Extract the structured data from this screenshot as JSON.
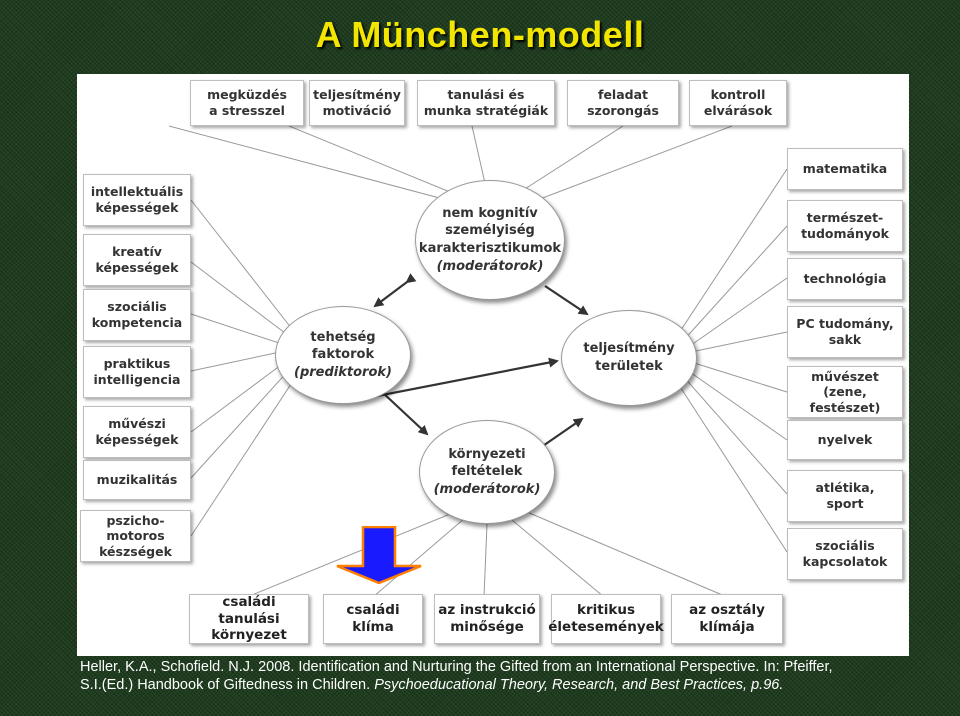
{
  "title": "A München-modell",
  "top_boxes": [
    "megküzdés\na stresszel",
    "teljesítmény\nmotiváció",
    "tanulási és\nmunka stratégiák",
    "feladat\nszorongás",
    "kontroll\nelvárások"
  ],
  "left_boxes": [
    "intellektuális\nképességek",
    "kreatív\nképességek",
    "szociális\nkompetencia",
    "praktikus\nintelligencia",
    "művészi\nképességek",
    "muzikalitás",
    "pszicho-motoros\nkészségek"
  ],
  "right_boxes": [
    "matematika",
    "természet-\ntudományok",
    "technológia",
    "PC tudomány,\nsakk",
    "művészet (zene,\nfestészet)",
    "nyelvek",
    "atlétika,\nsport",
    "szociális\nkapcsolatok"
  ],
  "bottom_boxes": [
    "családi tanulási\nkörnyezet",
    "családi\nklíma",
    "az instrukció\nminősége",
    "kritikus\néletesemények",
    "az osztály\nklímája"
  ],
  "ellipses": {
    "top": {
      "text": "nem kognitív\nszemélyiség\nkarakterisztikumok",
      "sub": "(moderátorok)"
    },
    "left": {
      "text": "tehetség\nfaktorok",
      "sub": "(prediktorok)"
    },
    "right": {
      "text": "teljesítmény\nterületek",
      "sub": ""
    },
    "bottom": {
      "text": "környezeti\nfeltételek",
      "sub": "(moderátorok)"
    }
  },
  "colors": {
    "title": "#f2e600",
    "highlight_arrow_fill": "#1a1aff",
    "highlight_arrow_outline": "#ff7f00"
  },
  "citation": {
    "line1": "Heller, K.A., Schofield. N.J. 2008. Identification and Nurturing the Gifted from an International Perspective. In: Pfeiffer,",
    "line2_plain": "S.I.(Ed.) Handbook of Giftedness in Children. ",
    "line2_italic": "Psychoeducational Theory, Research, and Best Practices, p.96."
  }
}
